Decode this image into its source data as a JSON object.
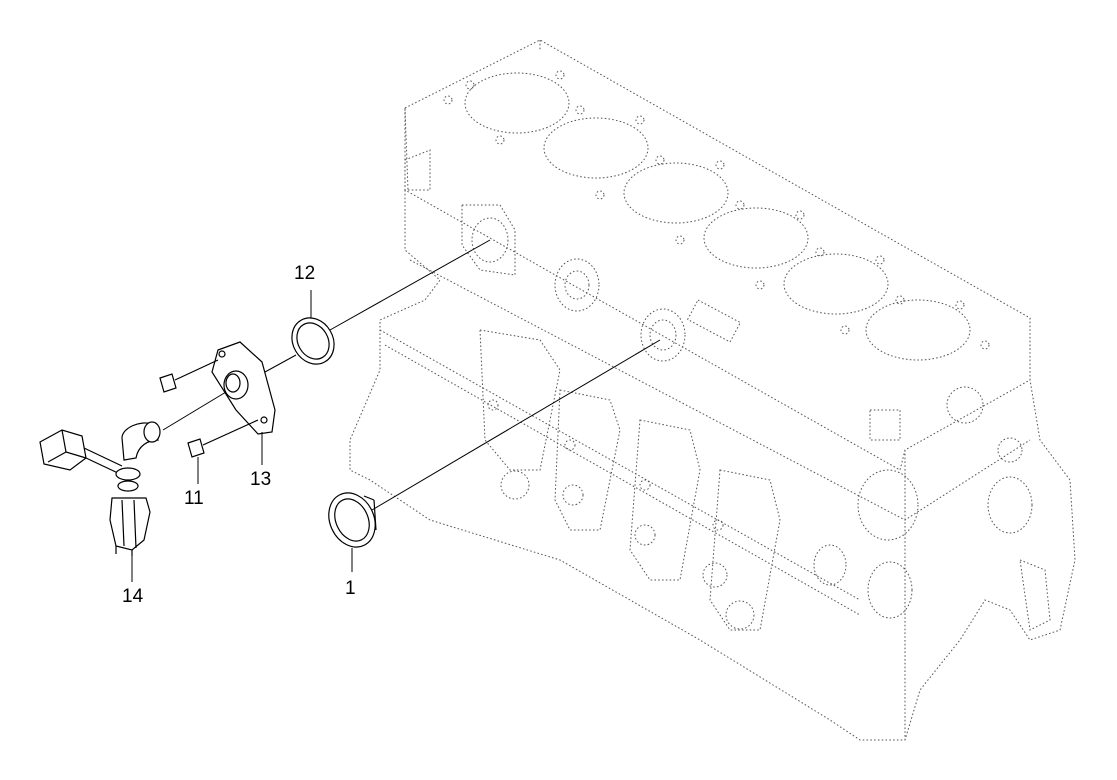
{
  "callouts": [
    {
      "id": "c1",
      "label": "1"
    },
    {
      "id": "c11",
      "label": "11"
    },
    {
      "id": "c12",
      "label": "12"
    },
    {
      "id": "c13",
      "label": "13"
    },
    {
      "id": "c14",
      "label": "14"
    }
  ],
  "colors": {
    "background": "#ffffff",
    "line": "#000000",
    "block_outline": "#555555"
  }
}
